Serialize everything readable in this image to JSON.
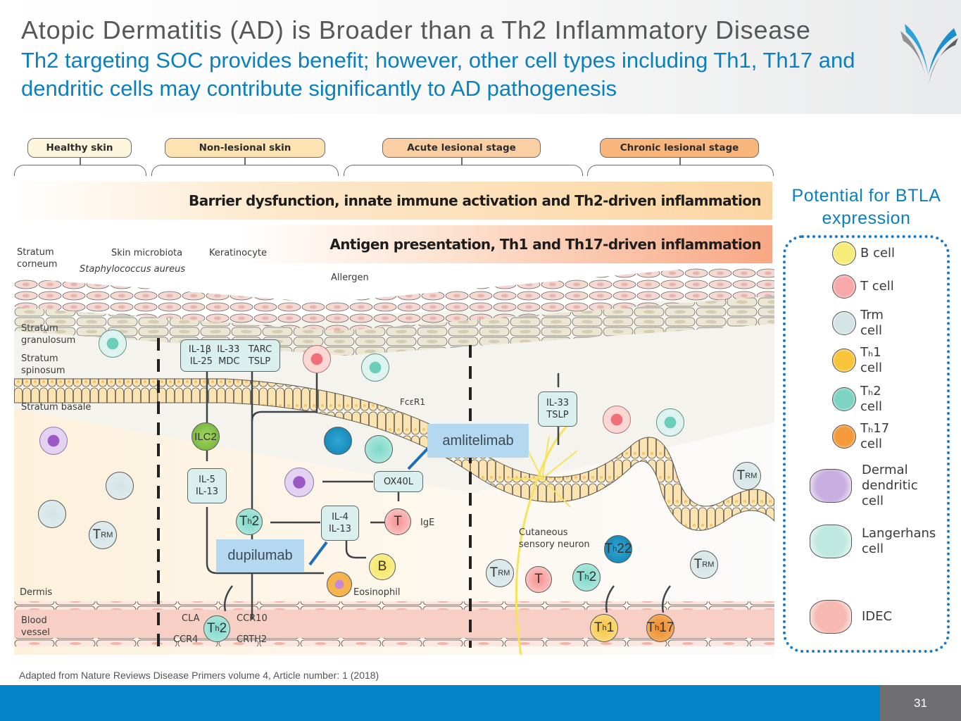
{
  "header": {
    "title": "Atopic Dermatitis (AD) is Broader than a Th2 Inflammatory Disease",
    "subtitle": "Th2 targeting SOC provides benefit; however, other cell types including Th1, Th17 and dendritic cells may contribute significantly to AD pathogenesis",
    "logo_icon": "company-logo-v-icon"
  },
  "figure": {
    "stages": [
      "Healthy skin",
      "Non-lesional skin",
      "Acute lesional stage",
      "Chronic lesional stage"
    ],
    "banners": [
      "Barrier dysfunction, innate immune activation and Th2-driven inflammation",
      "Antigen presentation, Th1 and Th17-driven inflammation"
    ],
    "layer_labels": {
      "stratum_corneum": "Stratum\ncorneum",
      "skin_microbiota": "Skin microbiota",
      "staph": "Staphylococcus aureus",
      "keratinocyte": "Keratinocyte",
      "allergen": "Allergen",
      "stratum_granulosum": "Stratum\ngranulosum",
      "stratum_spinosum": "Stratum\nspinosum",
      "stratum_basale": "Stratum basale",
      "fceri": "FcεR1",
      "dermis": "Dermis",
      "blood_vessel": "Blood\nvessel",
      "neuron": "Cutaneous\nsensory neuron",
      "eosinophil": "Eosinophil",
      "ige": "IgE"
    },
    "cytokine_boxes": {
      "epidermal": "IL-1β  IL-33   TARC\nIL-25  MDC   TSLP",
      "il5_il13": "IL-5\nIL-13",
      "ox40l": "OX40L",
      "il4_il13": "IL-4\nIL-13",
      "il33_tslp": "IL-33\nTSLP"
    },
    "receptors": [
      "CLA",
      "CCR10",
      "CCR4",
      "CRTH2"
    ],
    "cells": {
      "ilc2": "ILC2",
      "th2": "T",
      "th2_sub": "h",
      "th2_num": "2",
      "t": "T",
      "b": "B",
      "trm": "T",
      "trm_sub": "RM",
      "th22_num": "22",
      "th1_num": "1",
      "th17_num": "17"
    },
    "drugs": {
      "amlitelimab": "amlitelimab",
      "dupilumab": "dupilumab"
    }
  },
  "legend": {
    "title": "Potential for BTLA expression",
    "items": [
      {
        "label": "B cell",
        "color": "#f7ec7a"
      },
      {
        "label": "T cell",
        "color": "#f7a8a8"
      },
      {
        "label": "Trm\ncell",
        "color": "#d5e4e6"
      },
      {
        "label": "Tₕ1\ncell",
        "color": "#f8c43a"
      },
      {
        "label": "Tₕ2\ncell",
        "color": "#7fd3c3"
      },
      {
        "label": "Tₕ17\ncell",
        "color": "#f39a3b"
      },
      {
        "label": "Dermal\ndendritic\ncell",
        "color": "#c9aee0"
      },
      {
        "label": "Langerhans\ncell",
        "color": "#bfe8e0"
      },
      {
        "label": "IDEC",
        "color": "#f6b8b0"
      }
    ]
  },
  "footer": {
    "source": "Adapted from Nature Reviews Disease Primers volume 4, Article number: 1 (2018)",
    "page_number": "31"
  },
  "colors": {
    "brand_blue": "#0a80bd",
    "footer_blue": "#0484c8",
    "page_gray": "#6f6f72",
    "drug_box": "#b4d8f0"
  }
}
